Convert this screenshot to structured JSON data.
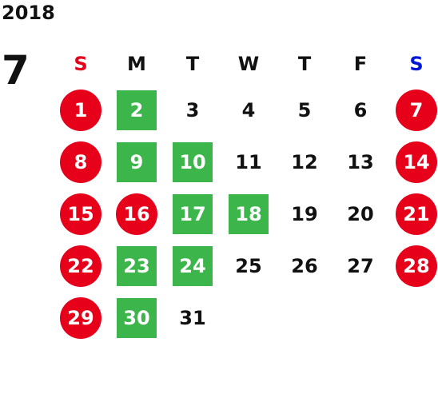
{
  "calendar": {
    "year": "2018",
    "month": "7",
    "weekdays": [
      "S",
      "M",
      "T",
      "W",
      "T",
      "F",
      "S"
    ],
    "colors": {
      "sunday_header": "#e6001a",
      "saturday_header": "#0018d6",
      "holiday_circle": "#e6001a",
      "highlight_square": "#3cb54a"
    },
    "weeks": [
      [
        {
          "day": "1",
          "style": "red"
        },
        {
          "day": "2",
          "style": "green"
        },
        {
          "day": "3",
          "style": "plain"
        },
        {
          "day": "4",
          "style": "plain"
        },
        {
          "day": "5",
          "style": "plain"
        },
        {
          "day": "6",
          "style": "plain"
        },
        {
          "day": "7",
          "style": "red"
        }
      ],
      [
        {
          "day": "8",
          "style": "red"
        },
        {
          "day": "9",
          "style": "green"
        },
        {
          "day": "10",
          "style": "green"
        },
        {
          "day": "11",
          "style": "plain"
        },
        {
          "day": "12",
          "style": "plain"
        },
        {
          "day": "13",
          "style": "plain"
        },
        {
          "day": "14",
          "style": "red"
        }
      ],
      [
        {
          "day": "15",
          "style": "red"
        },
        {
          "day": "16",
          "style": "red"
        },
        {
          "day": "17",
          "style": "green"
        },
        {
          "day": "18",
          "style": "green"
        },
        {
          "day": "19",
          "style": "plain"
        },
        {
          "day": "20",
          "style": "plain"
        },
        {
          "day": "21",
          "style": "red"
        }
      ],
      [
        {
          "day": "22",
          "style": "red"
        },
        {
          "day": "23",
          "style": "green"
        },
        {
          "day": "24",
          "style": "green"
        },
        {
          "day": "25",
          "style": "plain"
        },
        {
          "day": "26",
          "style": "plain"
        },
        {
          "day": "27",
          "style": "plain"
        },
        {
          "day": "28",
          "style": "red"
        }
      ],
      [
        {
          "day": "29",
          "style": "red"
        },
        {
          "day": "30",
          "style": "green"
        },
        {
          "day": "31",
          "style": "plain"
        },
        {
          "day": "",
          "style": "empty"
        },
        {
          "day": "",
          "style": "empty"
        },
        {
          "day": "",
          "style": "empty"
        },
        {
          "day": "",
          "style": "empty"
        }
      ]
    ]
  }
}
